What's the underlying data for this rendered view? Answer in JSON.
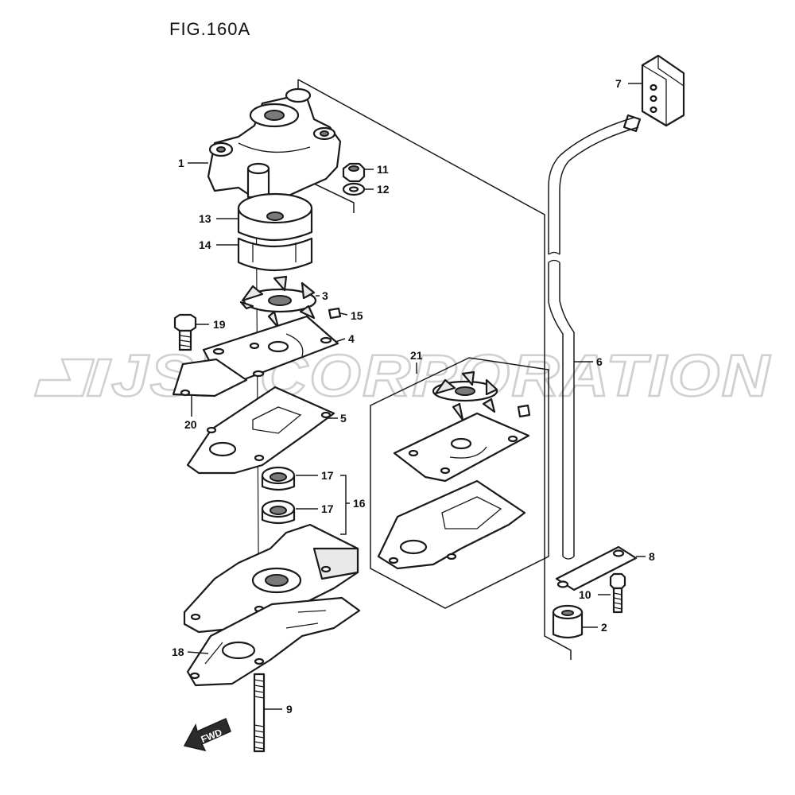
{
  "figure_title": "FIG.160A",
  "watermark_text": "JSP CORPORATION",
  "fwd_label": "FWD",
  "callouts": [
    {
      "id": "1",
      "label": "1"
    },
    {
      "id": "2",
      "label": "2"
    },
    {
      "id": "3",
      "label": "3"
    },
    {
      "id": "4",
      "label": "4"
    },
    {
      "id": "5",
      "label": "5"
    },
    {
      "id": "6",
      "label": "6"
    },
    {
      "id": "7",
      "label": "7"
    },
    {
      "id": "8",
      "label": "8"
    },
    {
      "id": "9",
      "label": "9"
    },
    {
      "id": "10",
      "label": "10"
    },
    {
      "id": "11",
      "label": "11"
    },
    {
      "id": "12",
      "label": "12"
    },
    {
      "id": "13",
      "label": "13"
    },
    {
      "id": "14",
      "label": "14"
    },
    {
      "id": "15",
      "label": "15"
    },
    {
      "id": "16",
      "label": "16"
    },
    {
      "id": "17a",
      "label": "17"
    },
    {
      "id": "17b",
      "label": "17"
    },
    {
      "id": "18",
      "label": "18"
    },
    {
      "id": "19",
      "label": "19"
    },
    {
      "id": "20",
      "label": "20"
    },
    {
      "id": "21",
      "label": "21"
    }
  ],
  "colors": {
    "line": "#1a1a1a",
    "watermark": "#d0d0d0",
    "fwd_arrow": "#2b2b2b"
  }
}
